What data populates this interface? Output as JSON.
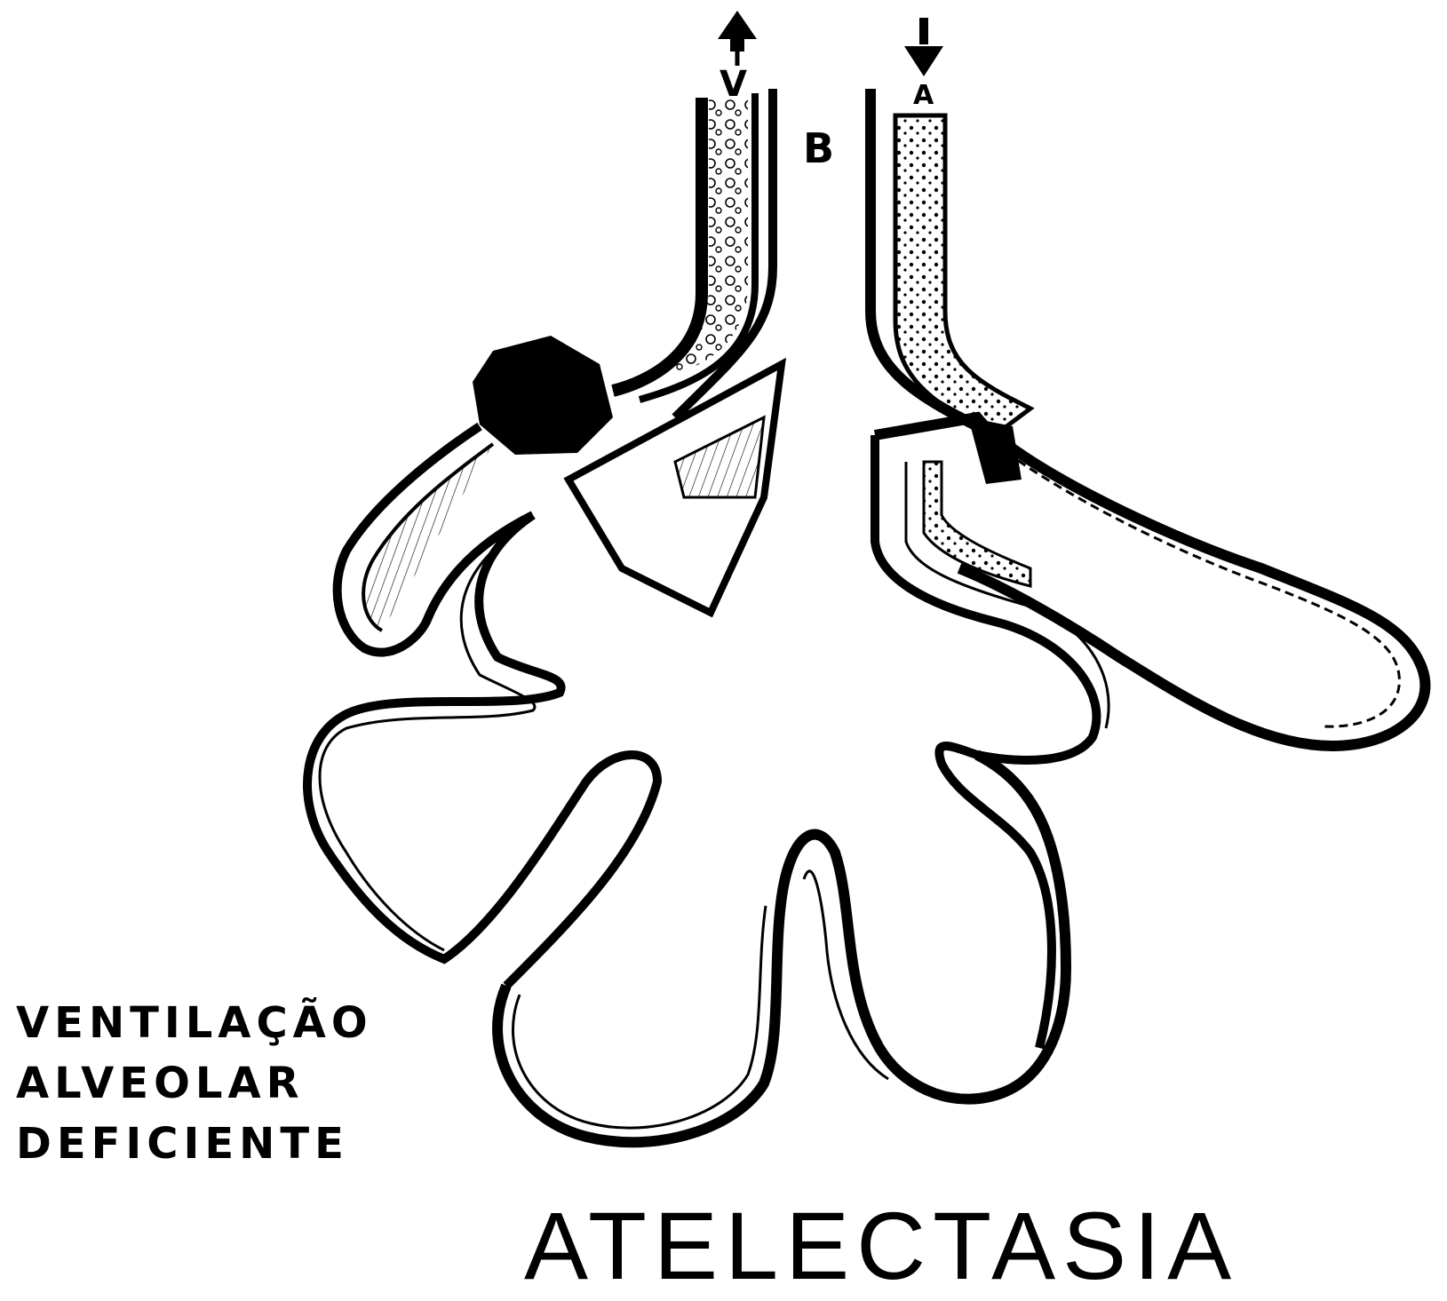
{
  "diagram": {
    "labels": {
      "vein": "V",
      "artery": "A",
      "bronchus": "B"
    },
    "note_lines": [
      "VENTILAÇÃO",
      "ALVEOLAR",
      "DEFICIENTE"
    ],
    "title": "ATELECTASIA"
  }
}
